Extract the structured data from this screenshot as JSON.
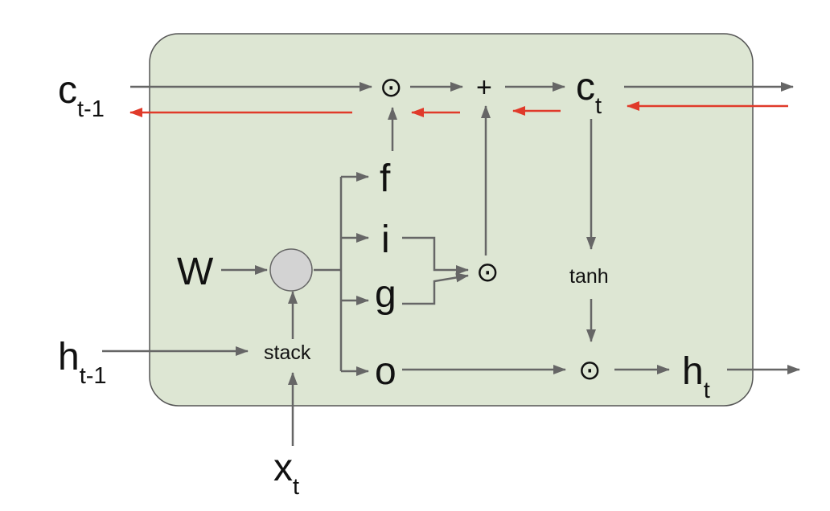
{
  "colors": {
    "cell_fill": "#dde6d3",
    "cell_stroke": "#555555",
    "arrow": "#666666",
    "gradient_arrow": "#e03a2a",
    "node_fill": "#d3d3d3"
  },
  "labels": {
    "c_prev_main": "c",
    "c_prev_sub": "t-1",
    "c_t_main": "c",
    "c_t_sub": "t",
    "h_prev_main": "h",
    "h_prev_sub": "t-1",
    "h_t_main": "h",
    "h_t_sub": "t",
    "x_t_main": "x",
    "x_t_sub": "t",
    "W": "W",
    "stack": "stack",
    "f": "f",
    "i": "i",
    "g": "g",
    "o": "o",
    "tanh": "tanh",
    "plus": "+",
    "odot": "⊙"
  }
}
